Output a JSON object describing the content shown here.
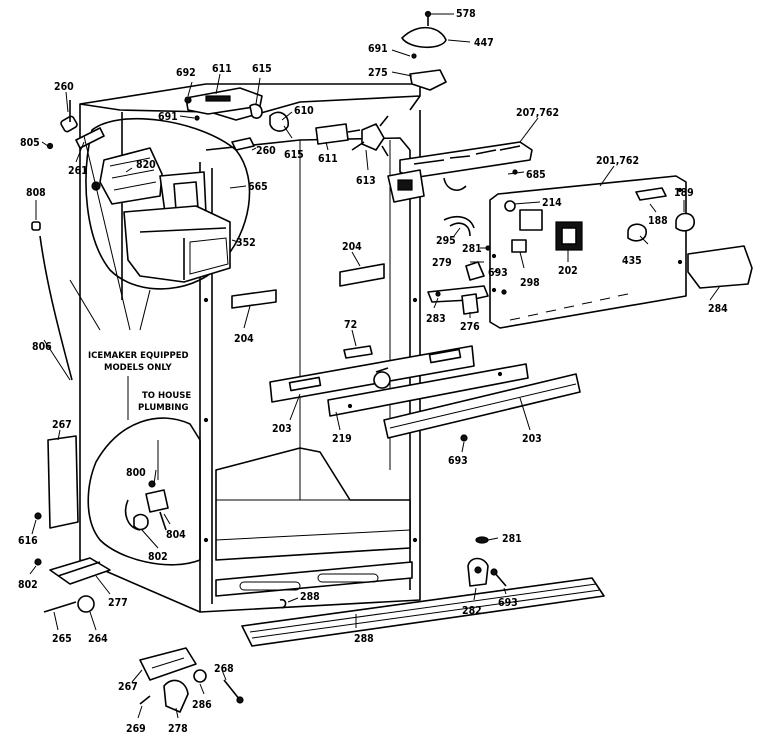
{
  "callouts": [
    {
      "key": "c578",
      "text": "578"
    },
    {
      "key": "c691a",
      "text": "691"
    },
    {
      "key": "c447",
      "text": "447"
    },
    {
      "key": "c275",
      "text": "275"
    },
    {
      "key": "c692",
      "text": "692"
    },
    {
      "key": "c611a",
      "text": "611"
    },
    {
      "key": "c615a",
      "text": "615"
    },
    {
      "key": "c260a",
      "text": "260"
    },
    {
      "key": "c691b",
      "text": "691"
    },
    {
      "key": "c610",
      "text": "610"
    },
    {
      "key": "c207",
      "text": "207,762"
    },
    {
      "key": "c805",
      "text": "805"
    },
    {
      "key": "c261",
      "text": "261"
    },
    {
      "key": "c820",
      "text": "820"
    },
    {
      "key": "c260b",
      "text": "260"
    },
    {
      "key": "c615b",
      "text": "615"
    },
    {
      "key": "c611b",
      "text": "611"
    },
    {
      "key": "c613",
      "text": "613"
    },
    {
      "key": "c685a",
      "text": "685"
    },
    {
      "key": "c201",
      "text": "201,762"
    },
    {
      "key": "c808",
      "text": "808"
    },
    {
      "key": "c665",
      "text": "665"
    },
    {
      "key": "c214",
      "text": "214"
    },
    {
      "key": "c189",
      "text": "189"
    },
    {
      "key": "c188",
      "text": "188"
    },
    {
      "key": "c295",
      "text": "295"
    },
    {
      "key": "c352",
      "text": "352"
    },
    {
      "key": "c204a",
      "text": "204"
    },
    {
      "key": "c281a",
      "text": "281"
    },
    {
      "key": "c279",
      "text": "279"
    },
    {
      "key": "c693a",
      "text": "693"
    },
    {
      "key": "c298",
      "text": "298"
    },
    {
      "key": "c202",
      "text": "202"
    },
    {
      "key": "c435",
      "text": "435"
    },
    {
      "key": "c284",
      "text": "284"
    },
    {
      "key": "c283",
      "text": "283"
    },
    {
      "key": "c276",
      "text": "276"
    },
    {
      "key": "c204b",
      "text": "204"
    },
    {
      "key": "c806",
      "text": "806"
    },
    {
      "key": "c72",
      "text": "72"
    },
    {
      "key": "c203a",
      "text": "203"
    },
    {
      "key": "c219",
      "text": "219"
    },
    {
      "key": "c203b",
      "text": "203"
    },
    {
      "key": "c267a",
      "text": "267"
    },
    {
      "key": "c693b",
      "text": "693"
    },
    {
      "key": "c800",
      "text": "800"
    },
    {
      "key": "c804",
      "text": "804"
    },
    {
      "key": "c802a",
      "text": "802"
    },
    {
      "key": "c616",
      "text": "616"
    },
    {
      "key": "c802b",
      "text": "802"
    },
    {
      "key": "c281b",
      "text": "281"
    },
    {
      "key": "c282",
      "text": "282"
    },
    {
      "key": "c693c",
      "text": "693"
    },
    {
      "key": "c277",
      "text": "277"
    },
    {
      "key": "c288a",
      "text": "288"
    },
    {
      "key": "c288b",
      "text": "288"
    },
    {
      "key": "c265",
      "text": "265"
    },
    {
      "key": "c264",
      "text": "264"
    },
    {
      "key": "c267b",
      "text": "267"
    },
    {
      "key": "c268",
      "text": "268"
    },
    {
      "key": "c286",
      "text": "286"
    },
    {
      "key": "c269",
      "text": "269"
    },
    {
      "key": "c278",
      "text": "278"
    }
  ],
  "notes": {
    "icemaker": [
      "ICEMAKER EQUIPPED",
      "MODELS ONLY"
    ],
    "plumbing": [
      "TO HOUSE",
      "PLUMBING"
    ]
  }
}
